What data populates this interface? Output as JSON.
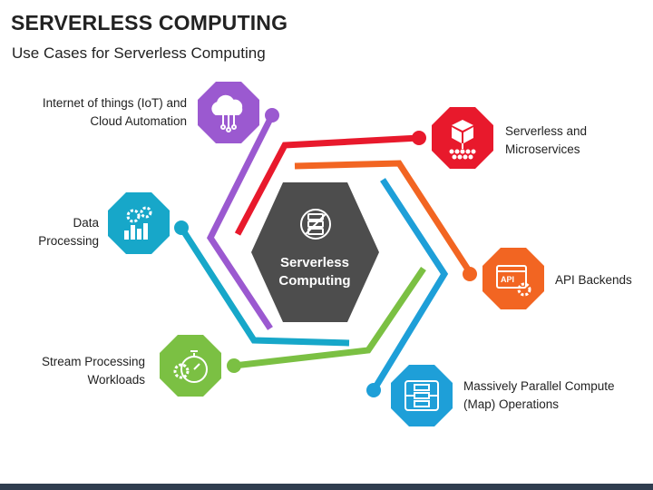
{
  "header": {
    "title": "SERVERLESS COMPUTING",
    "subtitle": "Use Cases for Serverless Computing"
  },
  "center": {
    "line1": "Serverless",
    "line2": "Computing",
    "icon": "no-server-icon",
    "color": "#4d4d4d"
  },
  "use_cases": [
    {
      "id": "iot",
      "line1": "Internet of things (IoT) and",
      "line2": "Cloud Automation",
      "icon": "cloud-network-icon",
      "color": "#9b59d0"
    },
    {
      "id": "data",
      "line1": "Data",
      "line2": "Processing",
      "icon": "gear-chart-icon",
      "color": "#17a7c9"
    },
    {
      "id": "stream",
      "line1": "Stream Processing",
      "line2": "Workloads",
      "icon": "stopwatch-gear-icon",
      "color": "#7bc043"
    },
    {
      "id": "micro",
      "line1": "Serverless and",
      "line2": "Microservices",
      "icon": "cube-network-icon",
      "color": "#e8192c"
    },
    {
      "id": "api",
      "line1": "API Backends",
      "line2": "",
      "icon": "api-window-icon",
      "color": "#f26522"
    },
    {
      "id": "parallel",
      "line1": "Massively Parallel Compute",
      "line2": "(Map) Operations",
      "icon": "server-grid-icon",
      "color": "#1e9fd8"
    }
  ]
}
